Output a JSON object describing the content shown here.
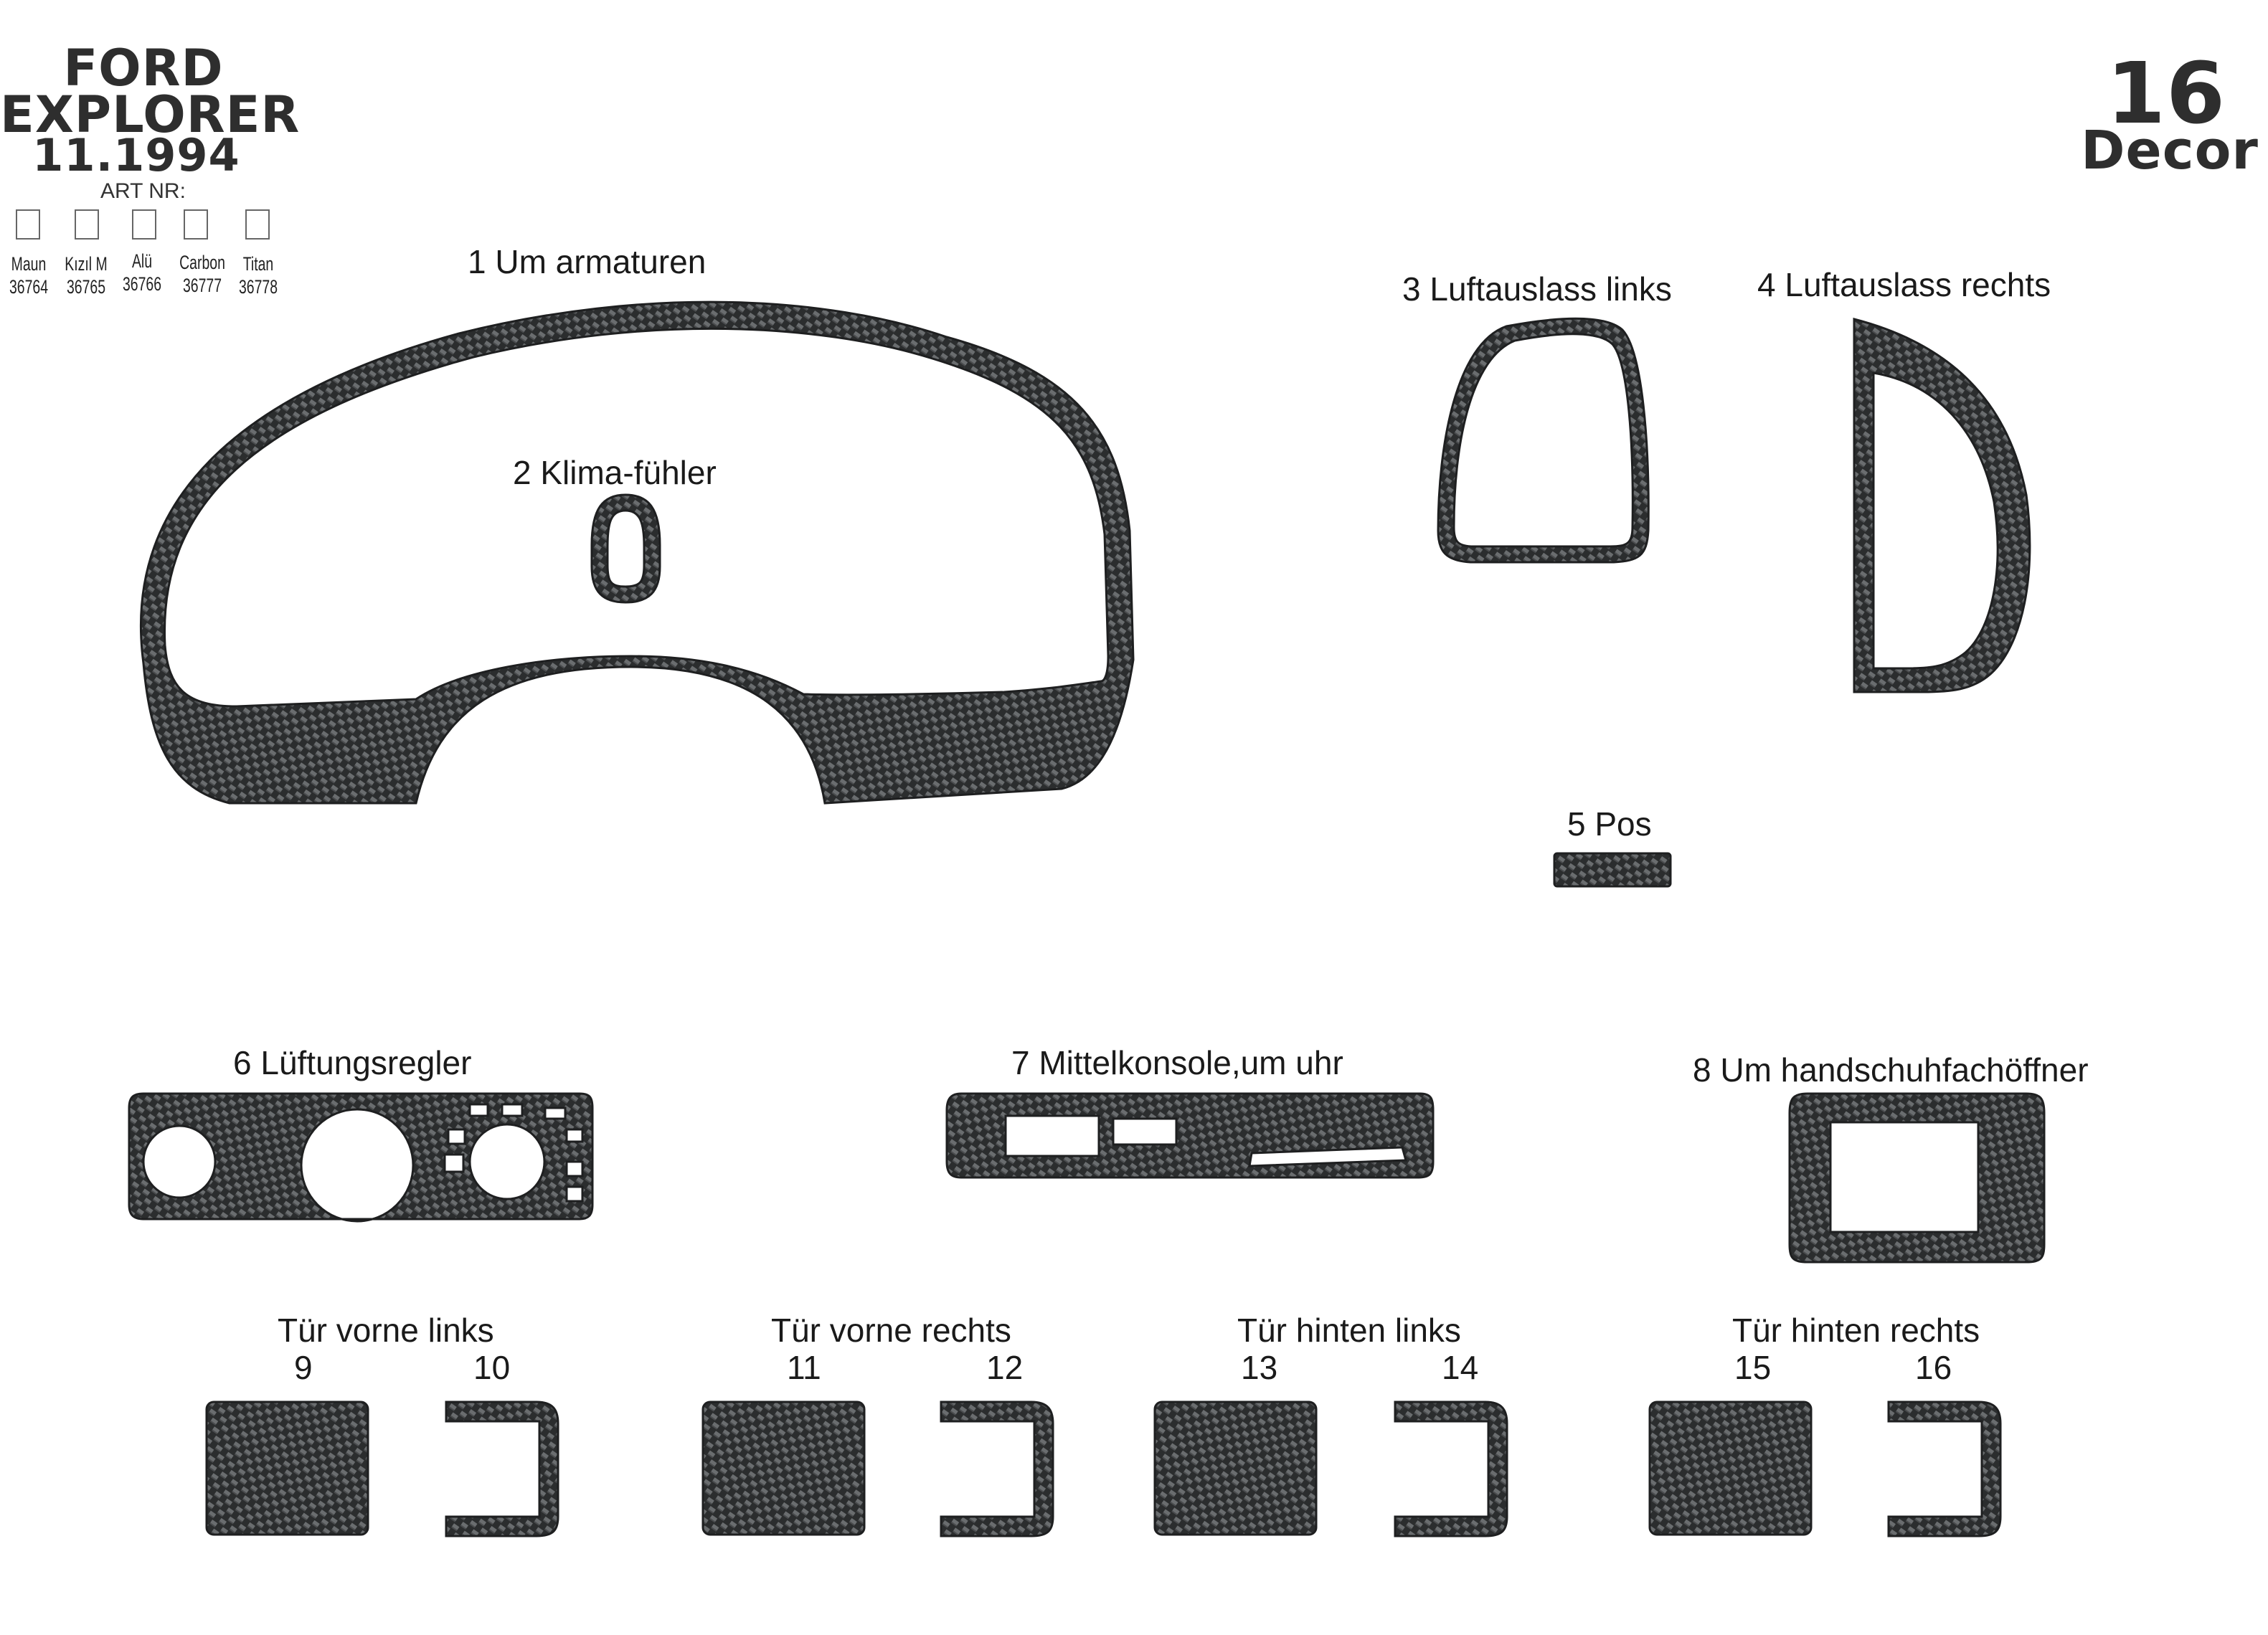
{
  "header": {
    "brand": "FORD",
    "model": "EXPLORER",
    "date": "11.1994",
    "art_nr": "ART NR:",
    "count": "16",
    "decor": "Decor"
  },
  "variants": [
    {
      "name": "Maun",
      "code": "36764"
    },
    {
      "name": "Kızıl M",
      "code": "36765"
    },
    {
      "name": "Alü",
      "code": "36766"
    },
    {
      "name": "Carbon",
      "code": "36777"
    },
    {
      "name": "Titan",
      "code": "36778"
    }
  ],
  "parts": [
    {
      "label": "1  Um armaturen"
    },
    {
      "label": "2  Klima-fühler"
    },
    {
      "label": "3  Luftauslass links"
    },
    {
      "label": "4  Luftauslass rechts"
    },
    {
      "label": "5 Pos"
    },
    {
      "label": "6  Lüftungsregler"
    },
    {
      "label": "7  Mittelkonsole,um uhr"
    },
    {
      "label": "8  Um handschuhfachöffner"
    }
  ],
  "doors": [
    {
      "label": "Tür vorne links",
      "a": "9",
      "b": "10"
    },
    {
      "label": "Tür vorne rechts",
      "a": "11",
      "b": "12"
    },
    {
      "label": "Tür hinten links",
      "a": "13",
      "b": "14"
    },
    {
      "label": "Tür hinten rechts",
      "a": "15",
      "b": "16"
    }
  ],
  "colors": {
    "carbon_dark": "#2b2d2e",
    "carbon_light": "#6a6d6f",
    "text": "#1a1a1a"
  }
}
